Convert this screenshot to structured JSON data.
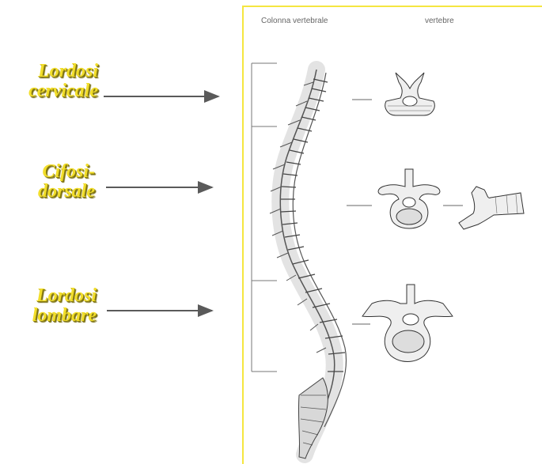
{
  "labels": [
    {
      "line1": "Lordosi",
      "line2": "cervicale"
    },
    {
      "line1": "Cifosi-",
      "line2": "dorsale"
    },
    {
      "line1": "Lordosi",
      "line2": "lombare"
    }
  ],
  "panel": {
    "column_header": "Colonna vertebrale",
    "vertebrae_header": "vertebre"
  },
  "colors": {
    "label_yellow": "#f2de2a",
    "panel_border": "#f5e640",
    "arrow": "#5a5a5a"
  }
}
